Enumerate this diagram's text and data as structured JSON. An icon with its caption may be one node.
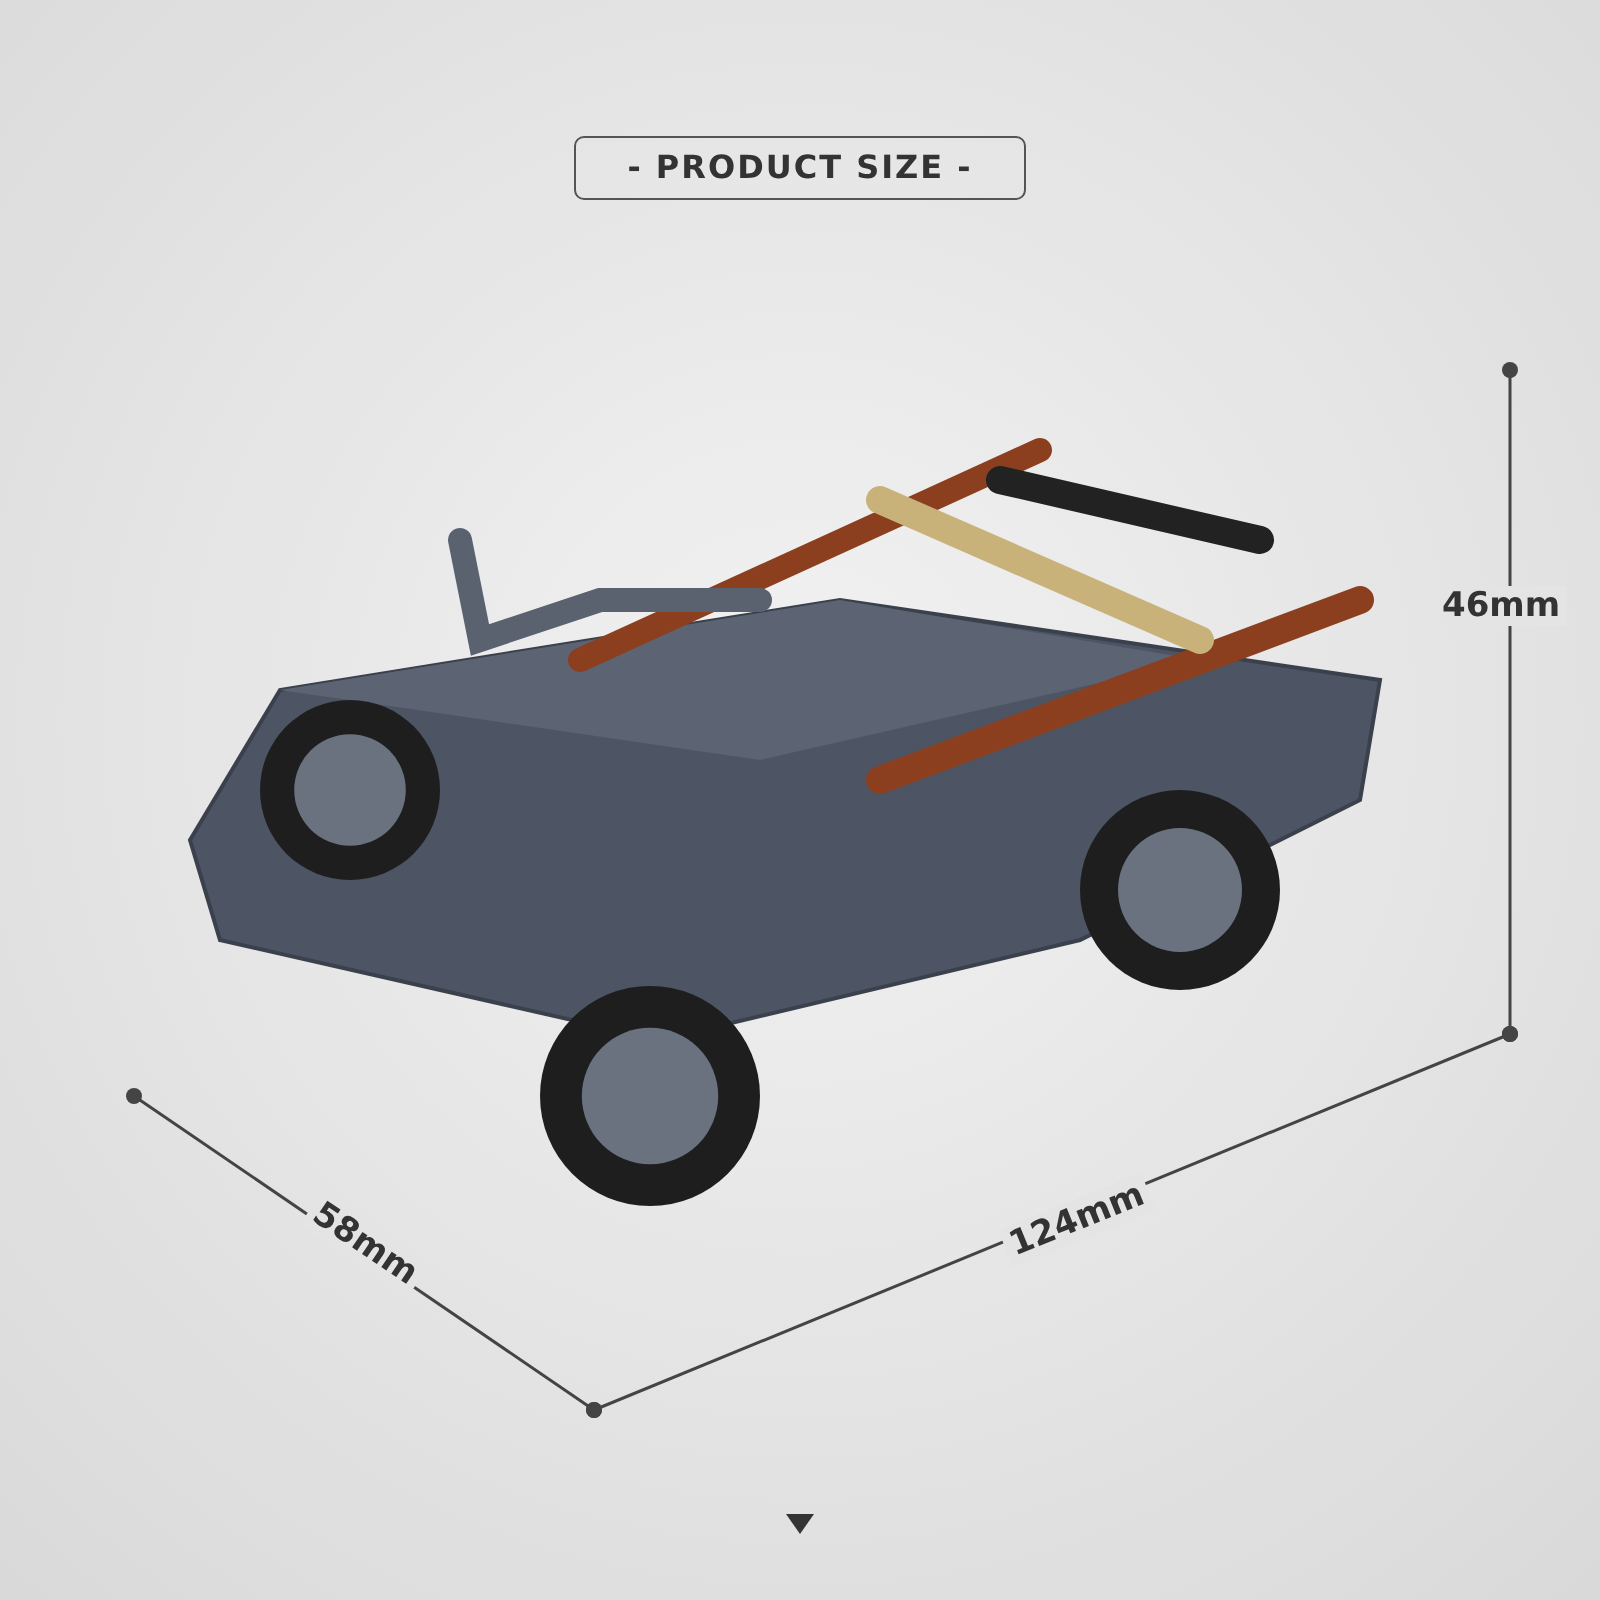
{
  "diagram": {
    "title": "- PRODUCT SIZE -",
    "labels": [
      "46mm",
      "58mm",
      "124mm"
    ]
  }
}
